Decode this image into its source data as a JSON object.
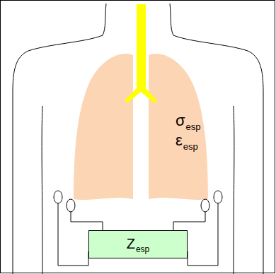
{
  "diagram": {
    "nodes": [
      {
        "text": [
          "Z",
          "esp"
        ]
      }
    ],
    "labels": [
      "σ",
      "esp",
      "ε",
      "esp"
    ]
  }
}
